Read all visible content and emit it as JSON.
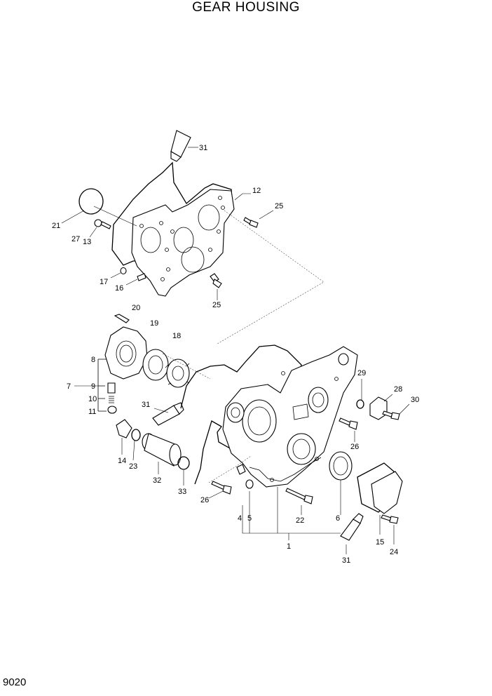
{
  "title": "GEAR HOUSING",
  "page_number": "9020",
  "callouts": {
    "c1": "1",
    "c4": "4",
    "c5": "5",
    "c6": "6",
    "c7": "7",
    "c8": "8",
    "c9": "9",
    "c10": "10",
    "c11": "11",
    "c12": "12",
    "c13": "13",
    "c14": "14",
    "c15": "15",
    "c16": "16",
    "c17": "17",
    "c18": "18",
    "c19": "19",
    "c20": "20",
    "c21": "21",
    "c22": "22",
    "c23": "23",
    "c24": "24",
    "c25a": "25",
    "c25b": "25",
    "c26a": "26",
    "c26b": "26",
    "c27": "27",
    "c28": "28",
    "c29": "29",
    "c30": "30",
    "c31a": "31",
    "c31b": "31",
    "c31c": "31",
    "c32": "32",
    "c33": "33"
  }
}
